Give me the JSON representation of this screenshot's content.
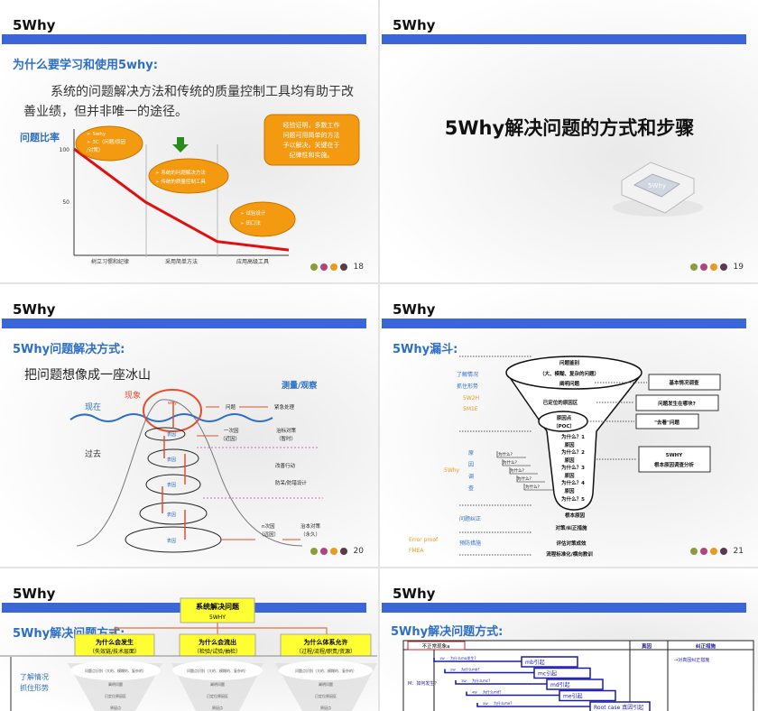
{
  "header_label": "5Why",
  "dot_colors": [
    "#8e9b3a",
    "#b0457e",
    "#e79b1f",
    "#5b3a4d"
  ],
  "slides": [
    {
      "page": "18",
      "heading": "为什么要学习和使用5why:",
      "body_line1": "系统的问题解决方法和传统的质量控制工具均有助于改",
      "body_line2": "善业绩，但并非唯一的途径。",
      "bubble1": [
        "➢ 5why",
        "➢ 3C（问题/原因",
        "/对策）"
      ],
      "bubble2": [
        "➢ 系统的问题解决方法",
        "➢ 传统的质量控制工具"
      ],
      "bubble3": [
        "➢ 试验设计",
        "➢ 田口法"
      ],
      "note": [
        "经验证明，多数工作",
        "问题可用简单的方法",
        "予以解决。关键在于",
        "纪律性和实施。"
      ]
    },
    {
      "page": "19",
      "title": "5Why解决问题的方式和步骤",
      "cycle_label": "5Why"
    },
    {
      "page": "20",
      "heading": "5Why问题解决方式:",
      "subtitle": "把问题想像成一座冰山",
      "measure": "测量/观察",
      "phenomenon": "现象",
      "now": "现在",
      "past": "过去",
      "why": "why",
      "cause": "表因",
      "problem": "问题",
      "emergency": "紧急处理",
      "primary_cause": [
        "一次因",
        "（近因）"
      ],
      "temp_fix": [
        "治标对策",
        "（暂时）"
      ],
      "improve": "改善行动",
      "mistake_proof": "防呆/防错设计",
      "n_cause": [
        "n次因",
        "（远因）"
      ],
      "perm_fix": [
        "治本对策",
        "（永久）"
      ]
    },
    {
      "page": "21",
      "heading": "5Why漏斗:",
      "funnel_top": [
        "问题鉴别",
        "（大、模糊、复杂的问题）",
        "阐明问题"
      ],
      "located_area": "已定位的原因区",
      "poc": [
        "原因点",
        "（POC）"
      ],
      "whys": [
        "为什么？1",
        "原因",
        "为什么？2",
        "原因",
        "为什么？3",
        "原因",
        "为什么？4",
        "原因",
        "为什么？5"
      ],
      "bottom_steps": [
        "根本原因",
        "对策/纠正措施",
        "评估对策成效",
        "流程标准化/横向教训"
      ],
      "boxes": [
        "基本情况调查",
        "问题发生在哪块?",
        "\"去看\"问题",
        "5WHY",
        "根本原因调查分析"
      ],
      "left_labels": {
        "understand": [
          "了解情况",
          "抓住形势"
        ],
        "tools1": [
          "5W2H",
          "5M1E"
        ],
        "investigate": [
          "原",
          "因",
          "调",
          "查"
        ],
        "fivewhy": "5Why",
        "correct": "问题纠正",
        "error_proof": [
          "Error proof",
          "FMEA"
        ],
        "prevent": "预防措施"
      },
      "stair": "为什么?"
    },
    {
      "heading": "5Why解决问题方式:",
      "top_box": [
        "系统解决问题",
        "5WHY"
      ],
      "branches": [
        {
          "title": "为什么会发生",
          "sub": "（失效链/技术层面）"
        },
        {
          "title": "为什么会流出",
          "sub": "（检验/试验/抽检）"
        },
        {
          "title": "为什么体系允许",
          "sub": "（过程/流程/职责/资源）"
        }
      ],
      "left": [
        "了解情况",
        "抓住形势"
      ],
      "funnel_text": [
        "问题点识别（大的、模糊的、复杂的）",
        "阐明问题",
        "已定位原因区",
        "原因点"
      ]
    },
    {
      "heading": "5Why解决问题方式:",
      "abnormal": "不正常现象a",
      "col_true": "真因",
      "col_fix": "纠正措施",
      "how": "M：如何发生？",
      "fix_note": "→对真因纠正措施",
      "steps": [
        {
          "n": "1W",
          "q": "为什么ma发生?",
          "a": "mb引起"
        },
        {
          "n": "2W",
          "q": "为什么mb?",
          "a": "mc引起"
        },
        {
          "n": "3W",
          "q": "为什么mc?",
          "a": "md引起"
        },
        {
          "n": "4W",
          "q": "为什么md?",
          "a": "me引起"
        },
        {
          "n": "5W",
          "q": "为什么me?",
          "a": "Root case 真因引起"
        }
      ]
    }
  ],
  "chart_data": {
    "type": "line",
    "title": "",
    "ylabel": "问题比率",
    "categories": [
      "树立习惯和纪律",
      "采用简单方法",
      "应用高级工具"
    ],
    "yticks": [
      "100",
      "50"
    ],
    "ylim": [
      0,
      120
    ],
    "x": [
      0,
      1,
      2,
      3
    ],
    "values": [
      100,
      50,
      13,
      5
    ]
  }
}
